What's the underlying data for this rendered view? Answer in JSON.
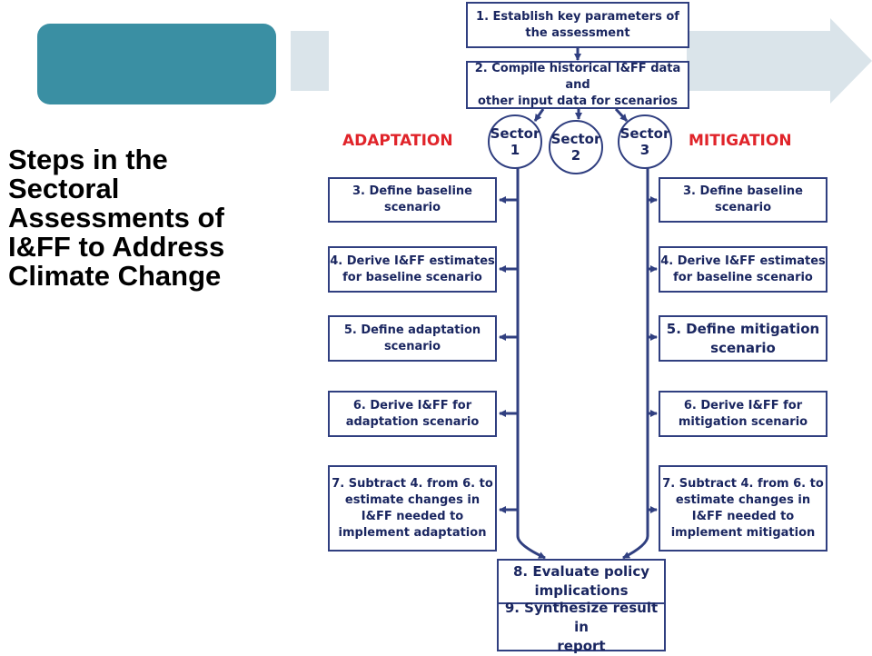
{
  "title": "Steps in the\nSectoral\nAssessments of\nI&FF to Address\nClimate Change",
  "colors": {
    "accent_pill": "#3a8fa3",
    "decor_light": "#dae4ea",
    "line": "#303f80",
    "box_text": "#1a2660",
    "label_red": "#e0242a"
  },
  "flowchart": {
    "step1": "1. Establish key parameters of\nthe assessment",
    "step2": "2. Compile historical I&FF data and\nother input data for scenarios",
    "sectors": [
      "Sector\n1",
      "Sector\n2",
      "Sector\n3"
    ],
    "adaptation_label": "ADAPTATION",
    "mitigation_label": "MITIGATION",
    "adaptation_steps": [
      "3. Define baseline\nscenario",
      "4. Derive I&FF estimates\nfor baseline scenario",
      "5. Define adaptation\nscenario",
      "6. Derive I&FF for\nadaptation scenario",
      "7. Subtract 4. from 6. to\nestimate changes in\nI&FF needed to\nimplement adaptation"
    ],
    "mitigation_steps": [
      "3. Define baseline\nscenario",
      "4. Derive I&FF estimates\nfor baseline scenario",
      "5. Define mitigation\nscenario",
      "6. Derive I&FF for\nmitigation scenario",
      "7. Subtract 4. from 6. to\nestimate changes in\nI&FF needed to\nimplement mitigation"
    ],
    "step8": "8. Evaluate policy\nimplications",
    "step9": "9. Synthesize result in\nreport"
  }
}
